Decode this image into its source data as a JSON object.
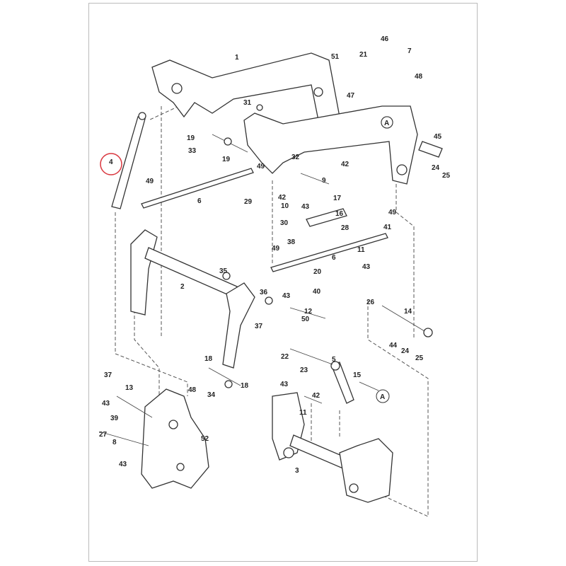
{
  "title": "Loader lift arm parts diagram",
  "highlight_color": "#d9363e",
  "highlighted_part": "4",
  "callout_letter": "A",
  "labels": [
    "1",
    "46",
    "7",
    "51",
    "21",
    "48",
    "47",
    "31",
    "A",
    "45",
    "19",
    "33",
    "19",
    "4",
    "32",
    "42",
    "49",
    "24",
    "25",
    "9",
    "49",
    "6",
    "29",
    "42",
    "10",
    "43",
    "17",
    "30",
    "16",
    "49",
    "28",
    "41",
    "38",
    "49",
    "6",
    "11",
    "43",
    "20",
    "40",
    "35",
    "2",
    "36",
    "43",
    "12",
    "37",
    "50",
    "26",
    "14",
    "44",
    "24",
    "25",
    "22",
    "5",
    "23",
    "15",
    "A",
    "18",
    "48",
    "34",
    "18",
    "37",
    "13",
    "43",
    "43",
    "42",
    "11",
    "39",
    "27",
    "8",
    "43",
    "52",
    "3"
  ]
}
